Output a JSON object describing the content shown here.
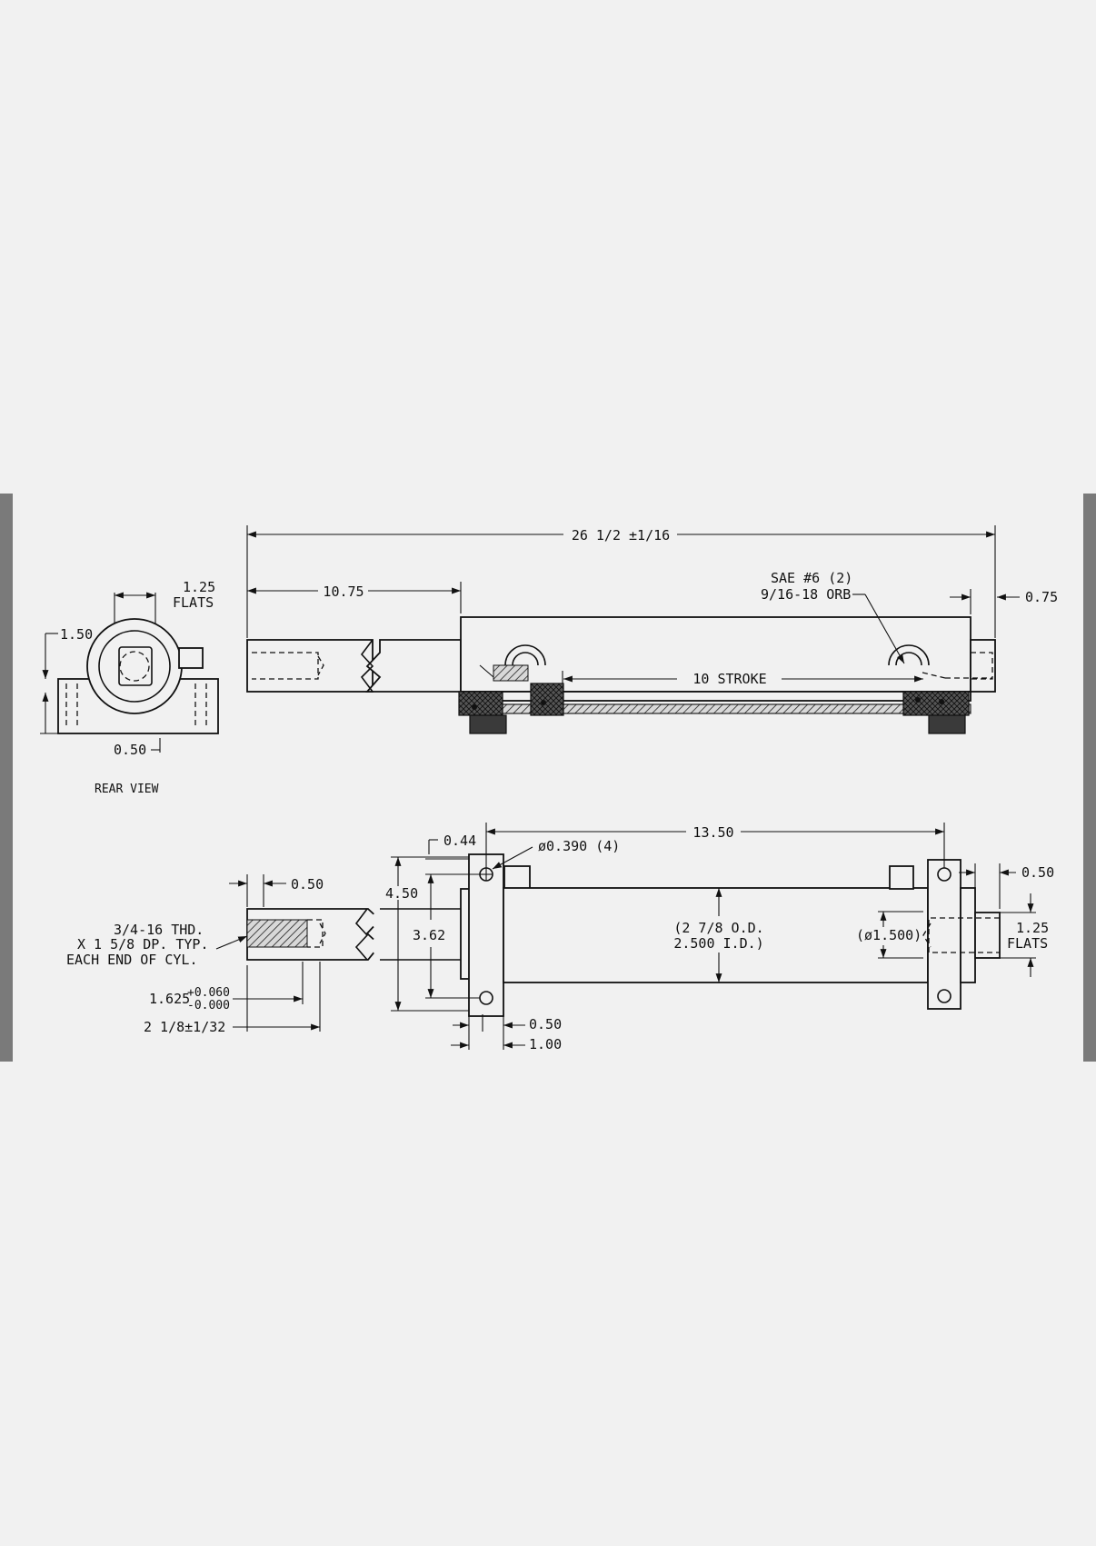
{
  "colors": {
    "background": "#f1f1f1",
    "line": "#111111",
    "side_bar": "#7a7a7a"
  },
  "side_view": {
    "overall_length": "26 1/2 ±1/16",
    "rod_extension": "10.75",
    "end_offset": "0.75",
    "port_label_1": "SAE #6 (2)",
    "port_label_2": "9/16-18 ORB",
    "stroke": "10 STROKE"
  },
  "rear_view": {
    "flats": "1.25",
    "flats_label": "FLATS",
    "height": "1.50",
    "offset": "0.50",
    "title": "REAR VIEW"
  },
  "top_view": {
    "rod_thread_1": "3/4-16 THD.",
    "rod_thread_2": "X 1 5/8 DP. TYP.",
    "rod_thread_3": "EACH END OF CYL.",
    "thread_length": "0.50",
    "rod_dia": "1.625",
    "tol_plus": "+0.060",
    "tol_minus": "-0.000",
    "rod_end_length": "2 1/8±1/32",
    "hole_offset": "0.44",
    "hole_label": "ø0.390 (4)",
    "flange_height": "4.50",
    "hole_spacing": "3.62",
    "tube_length": "13.50",
    "tube_od": "(2 7/8 O.D.",
    "tube_id": "2.500 I.D.)",
    "clevis_dia": "(ø1.500)",
    "right_offset": "0.50",
    "right_flats": "1.25",
    "right_flats_label": "FLATS",
    "flange_thickness": "0.50",
    "flange_width": "1.00"
  }
}
